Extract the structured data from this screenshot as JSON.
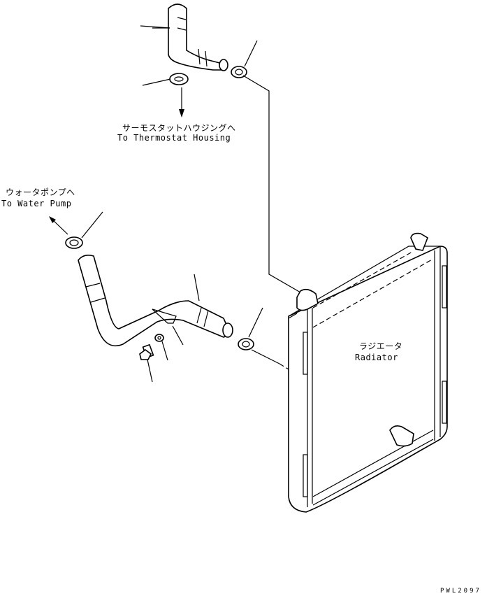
{
  "labels": {
    "thermostat_jp": "サーモスタットハウジングへ",
    "thermostat_en": "To Thermostat Housing",
    "water_pump_jp": "ウォータポンプへ",
    "water_pump_en": "To Water Pump",
    "radiator_jp": "ラジエータ",
    "radiator_en": "Radiator",
    "drawing_code": "PWL2097"
  }
}
